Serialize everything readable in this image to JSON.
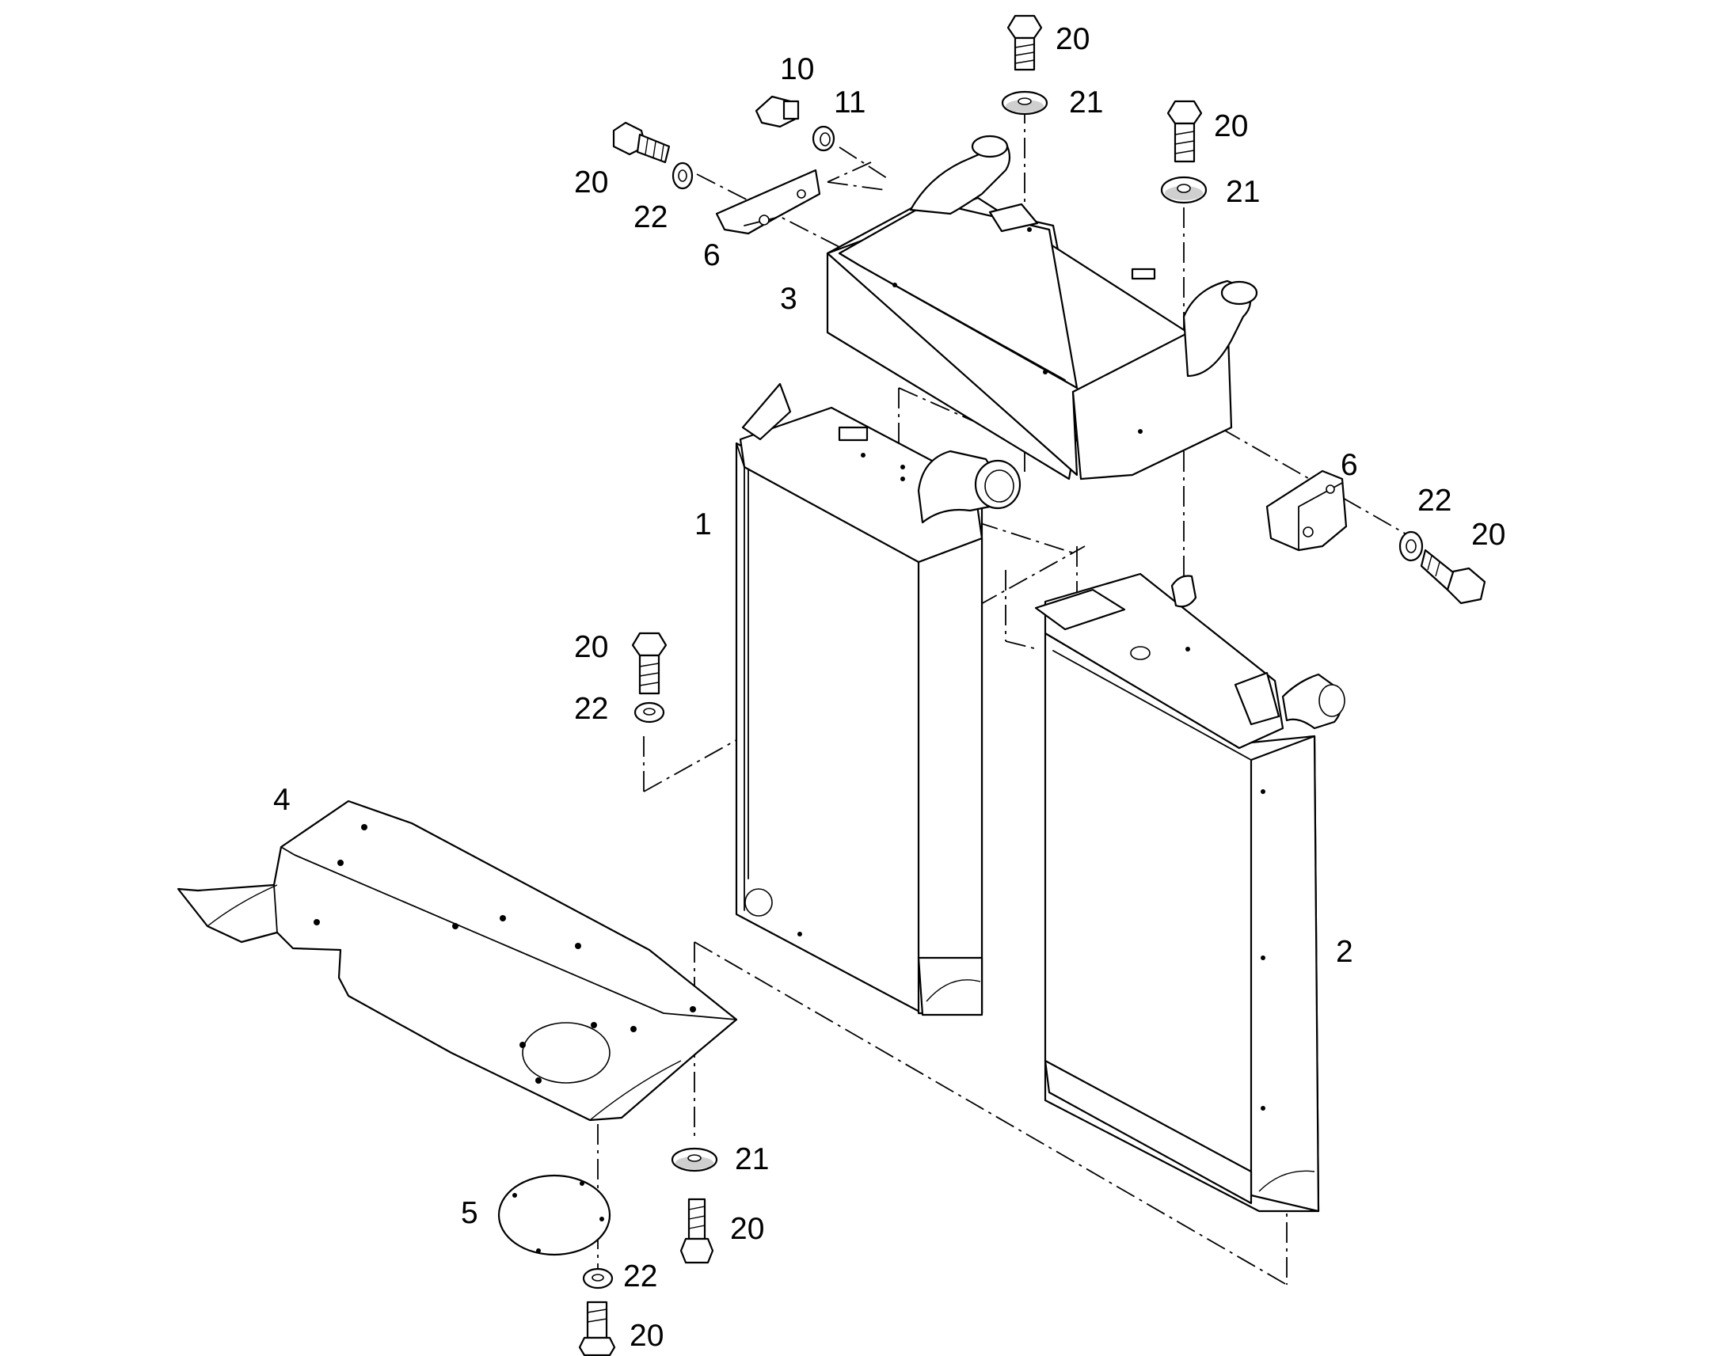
{
  "diagram": {
    "callouts": {
      "part_1": "1",
      "part_2": "2",
      "part_3": "3",
      "part_4": "4",
      "part_5": "5",
      "part_6_left": "6",
      "part_6_right": "6",
      "part_10": "10",
      "part_11": "11",
      "bolt_20_top_center": "20",
      "washer_21_top_center": "21",
      "bolt_20_top_right": "20",
      "washer_21_top_right": "21",
      "bolt_20_top_left": "20",
      "washer_22_top_left": "22",
      "washer_22_right": "22",
      "bolt_20_right": "20",
      "bolt_20_mid_left": "20",
      "washer_22_mid_left": "22",
      "washer_21_bottom": "21",
      "bolt_20_bottom": "20",
      "washer_22_bottom": "22",
      "bolt_20_bottom_left": "20"
    }
  }
}
